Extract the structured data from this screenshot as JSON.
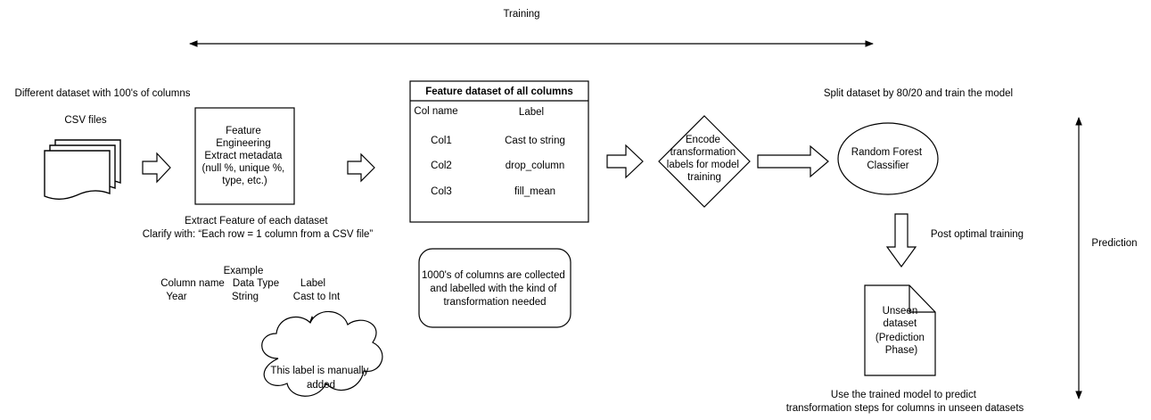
{
  "training_label": "Training",
  "prediction_label": "Prediction",
  "csv": {
    "heading": "Different dataset with 100's of columns",
    "files_label": "CSV files"
  },
  "feature_engineering": {
    "lines": [
      "Feature",
      "Engineering",
      "Extract metadata",
      "(null %, unique %,",
      "type, etc.)"
    ]
  },
  "extract_caption": {
    "line1": "Extract Feature of each dataset",
    "line2": "Clarify with: “Each row = 1 column from a CSV file”"
  },
  "example": {
    "title": "Example",
    "headers": [
      "Column name",
      "Data Type",
      "Label"
    ],
    "row": [
      "Year",
      "String",
      "Cast to Int"
    ]
  },
  "cloud_note": {
    "lines": [
      "This label is manually",
      "added"
    ]
  },
  "feature_table": {
    "title": "Feature dataset of all columns",
    "headers": [
      "Col name",
      "Label"
    ],
    "rows": [
      [
        "Col1",
        "Cast to string"
      ],
      [
        "Col2",
        "drop_column"
      ],
      [
        "Col3",
        "fill_mean"
      ]
    ]
  },
  "collected_note": {
    "lines": [
      "1000's of columns are collected",
      "and labelled with the kind of",
      "transformation needed"
    ]
  },
  "encode": {
    "lines": [
      "Encode",
      "transformation",
      "labels for model",
      "training"
    ]
  },
  "split_label": "Split dataset by 80/20 and train the model",
  "classifier": {
    "lines": [
      "Random Forest",
      "Classifier"
    ]
  },
  "post_training_label": "Post optimal training",
  "unseen": {
    "lines": [
      "Unseen",
      "dataset",
      "(Prediction",
      "Phase)"
    ]
  },
  "use_model_caption": {
    "line1": "Use the trained model to predict",
    "line2": "transformation steps for columns in unseen datasets"
  }
}
